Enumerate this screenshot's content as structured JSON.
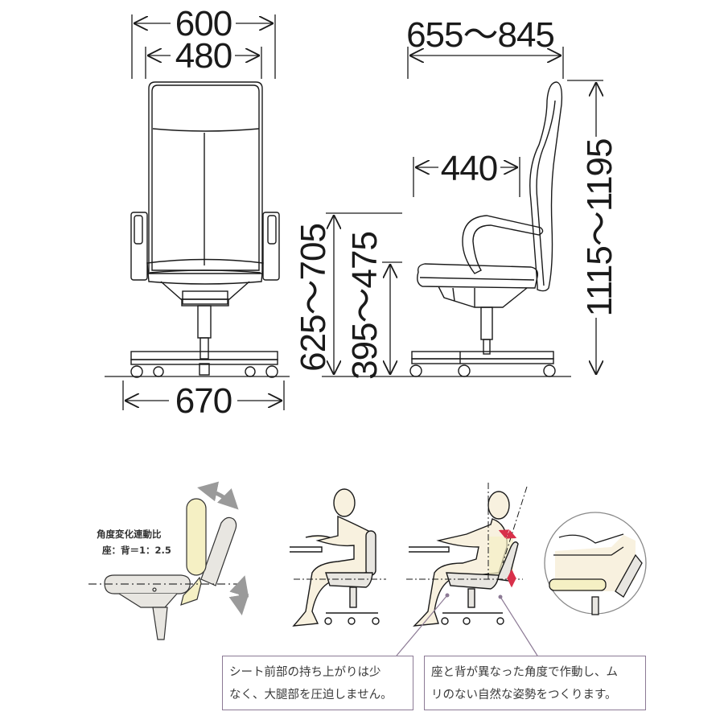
{
  "dimensions": {
    "front_view": {
      "overall_width": "600",
      "back_width": "480",
      "base_width": "670"
    },
    "side_view": {
      "depth": "655～845",
      "seat_depth": "440",
      "arm_height": "625～705",
      "seat_height": "395～475",
      "overall_height": "1115～1195"
    }
  },
  "mechanism": {
    "title": "角度変化連動比",
    "ratio": "座：背＝1：2.5"
  },
  "captions": [
    {
      "line1": "シート前部の持ち上がりは少",
      "line2": "なく、大腿部を圧迫しません。"
    },
    {
      "line1": "座と背が異なった角度で作動し、ム",
      "line2": "リのない自然な姿勢をつくります。"
    }
  ],
  "colors": {
    "line": "#1a1a1a",
    "body_fill": "#f8f1df",
    "back_fill": "#f5f0c4",
    "chair_fill": "#e8e6e1",
    "arrow_gray": "#9a9a9a",
    "accent_red": "#d8304a",
    "leader_purple": "#8c7a95"
  }
}
